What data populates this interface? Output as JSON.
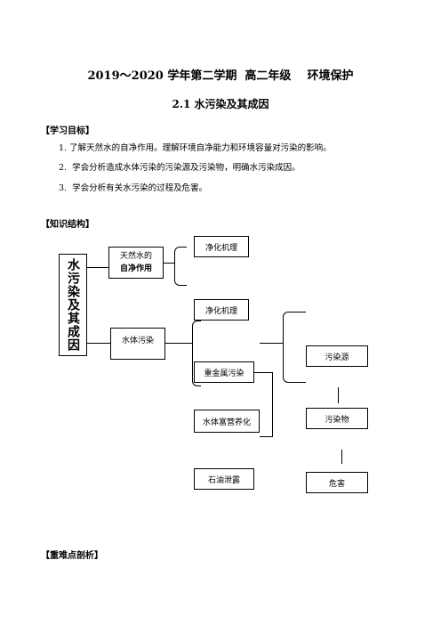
{
  "header": {
    "title": "2019～2020 学年第二学期  高二年级    环境保护",
    "subtitle": "2.1 水污染及其成因"
  },
  "sections": {
    "objectives": "【学习目标】",
    "structure": "【知识结构】",
    "key_points": "【重难点剖析】"
  },
  "objectives": [
    "1. 了解天然水的自净作用。理解环境自净能力和环境容量对污染的影响。",
    "2.  学会分析造成水体污染的污染源及污染物，明确水污染成因。",
    "3.  学会分析有关水污染的过程及危害。"
  ],
  "diagram": {
    "main": "水污染及其成因",
    "natural_water_line1": "天然水的",
    "natural_water_line2": "自净作用",
    "purify_1": "净化机理",
    "purify_2": "净化机理",
    "water_pollution": "水体污染",
    "heavy_metal": "重金属污染",
    "eutrophication": "水体富营养化",
    "oil_leak": "石油泄露",
    "source": "污染源",
    "pollutant": "污染物",
    "harm": "危害"
  }
}
